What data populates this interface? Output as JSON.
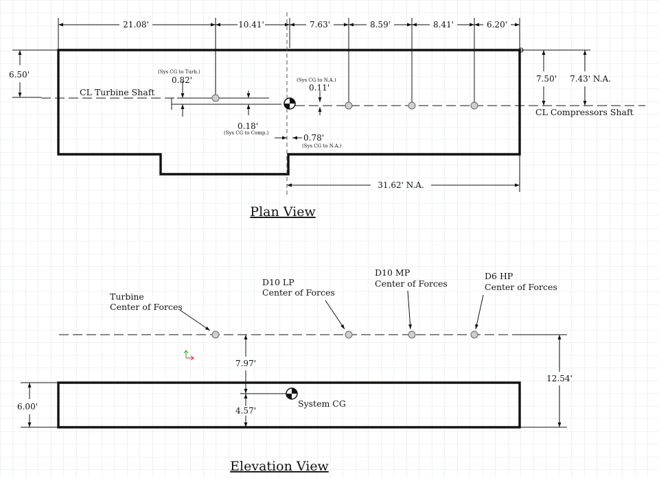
{
  "colors": {
    "background": "#ffffff",
    "grid": "#d9dce2",
    "ink": "#111111",
    "marker": "#cfcfcf"
  },
  "plan_view": {
    "title": "Plan View",
    "top_dims": [
      "21.08'",
      "10.41'",
      "7.63'",
      "8.59'",
      "8.41'",
      "6.20'"
    ],
    "left_height": "6.50'",
    "right_height_a": "7.50'",
    "right_height_b": "7.43' N.A.",
    "turbine_shaft_label": "CL Turbine Shaft",
    "compressor_shaft_label": "CL Compressors Shaft",
    "turb_offset_note": "(Sys CG to Turb.)",
    "turb_offset_value": "0.82'",
    "na_offset_note": "(Sys CG to N.A.)",
    "na_offset_value": "0.11'",
    "comp_offset_value": "0.18'",
    "comp_offset_note": "(Sys CG to Comp.)",
    "na_long_value": "0.78'",
    "na_long_note": "(Sys CG to N.A.)",
    "bottom_dim": "31.62' N.A."
  },
  "elevation_view": {
    "title": "Elevation View",
    "turbine_label_1": "Turbine",
    "turbine_label_2": "Center of Forces",
    "d10lp_label_1": "D10 LP",
    "d10lp_label_2": "Center of Forces",
    "d10mp_label_1": "D10 MP",
    "d10mp_label_2": "Center of Forces",
    "d6hp_label_1": "D6 HP",
    "d6hp_label_2": "Center of Forces",
    "upper_dim": "7.97'",
    "lower_dim": "4.57'",
    "left_height": "6.00'",
    "right_height": "12.54'",
    "system_cg_label": "System CG"
  }
}
